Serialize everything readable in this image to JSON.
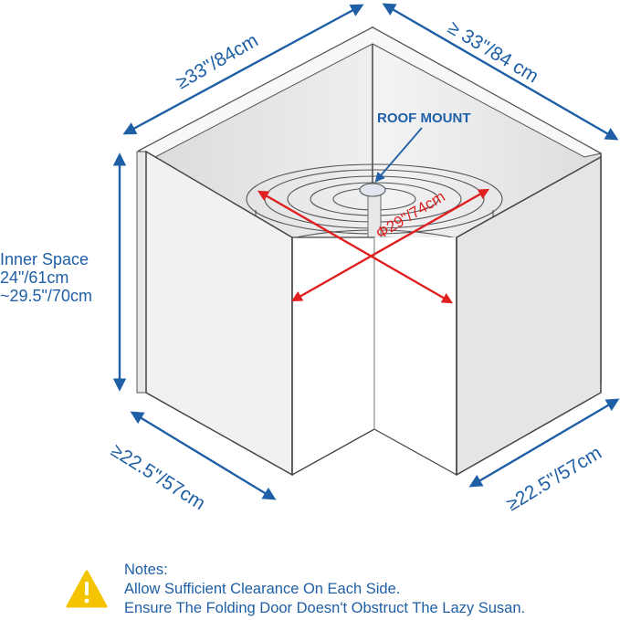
{
  "labels": {
    "top_left_width": "≥33\"/84cm",
    "top_right_width": "≥ 33\"/84 cm",
    "roof_mount": "ROOF MOUNT",
    "diameter": "Φ29\"/74cm",
    "inner_space_title": "Inner Space",
    "inner_space_line1": "24\"/61cm",
    "inner_space_line2": "~29.5\"/70cm",
    "bottom_left_depth": "≥22.5\"/57cm",
    "bottom_right_depth": "≥22.5\"/57cm"
  },
  "notes": {
    "title": "Notes:",
    "line1": "Allow Sufficient Clearance On Each Side.",
    "line2": "Ensure The Folding Door Doesn't Obstruct The Lazy Susan."
  },
  "colors": {
    "dimension_blue": "#1f5fa6",
    "diameter_red": "#e02020",
    "warning_yellow": "#f5c400"
  },
  "icons": [
    "warning-icon",
    "double-arrow-icon"
  ]
}
